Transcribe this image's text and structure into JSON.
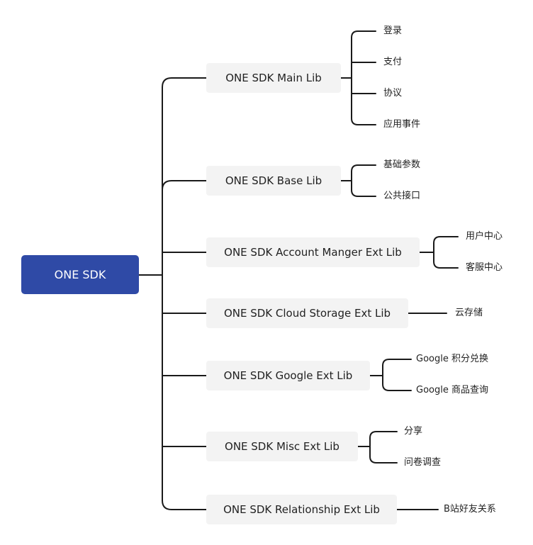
{
  "root": {
    "label": "ONE SDK",
    "color": "#2f4aa6"
  },
  "modules": [
    {
      "label": "ONE SDK Main Lib",
      "children": [
        "登录",
        "支付",
        "协议",
        "应用事件"
      ]
    },
    {
      "label": "ONE SDK Base Lib",
      "children": [
        "基础参数",
        "公共接口"
      ]
    },
    {
      "label": "ONE SDK Account Manger Ext Lib",
      "children": [
        "用户中心",
        "客服中心"
      ]
    },
    {
      "label": "ONE SDK Cloud Storage Ext Lib",
      "children": [
        "云存储"
      ]
    },
    {
      "label": "ONE SDK Google Ext Lib",
      "children": [
        "Google 积分兑换",
        "Google 商品查询"
      ]
    },
    {
      "label": "ONE SDK Misc Ext Lib",
      "children": [
        "分享",
        "问卷调查"
      ]
    },
    {
      "label": "ONE SDK Relationship Ext Lib",
      "children": [
        "B站好友关系"
      ]
    }
  ],
  "line_color": "#1a1a1a",
  "box_color": "#f3f3f3"
}
